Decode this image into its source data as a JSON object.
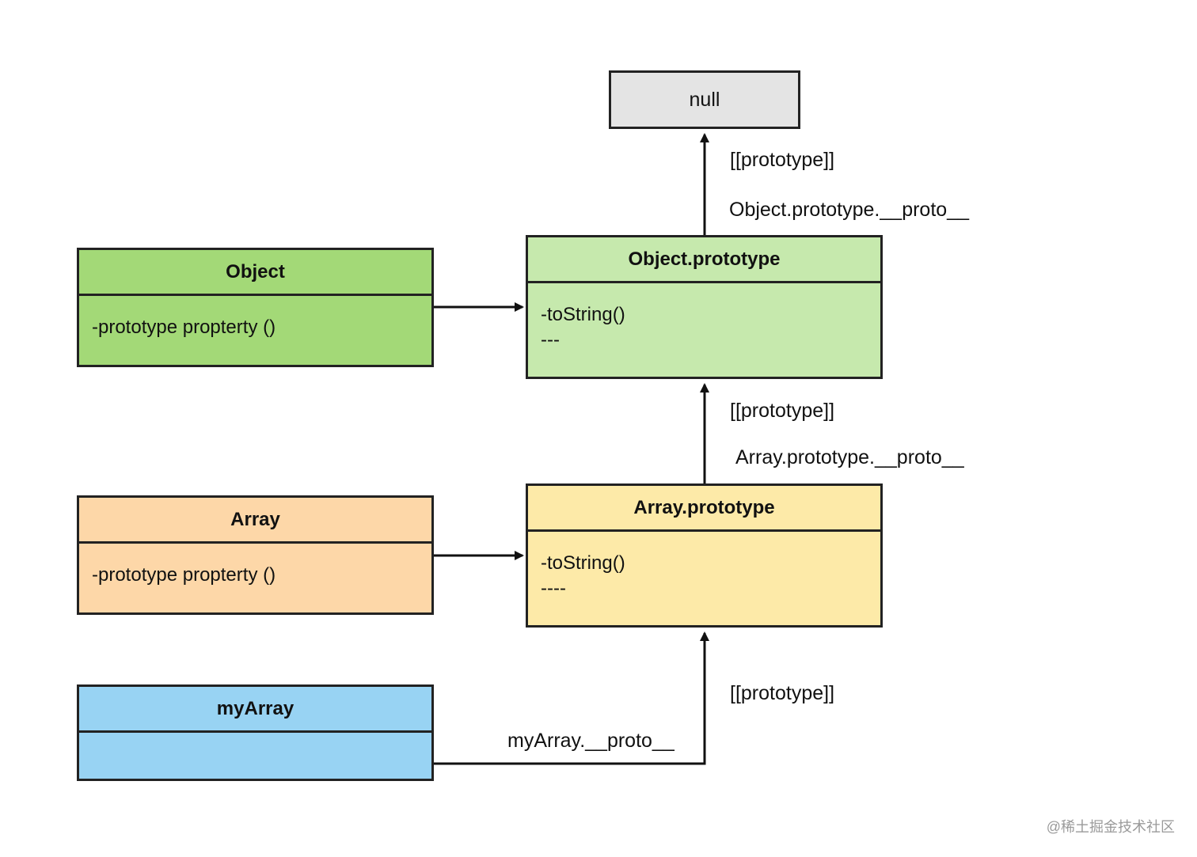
{
  "colors": {
    "object": "#a3d977",
    "object_prototype": "#c6e9ad",
    "array": "#fdd7a8",
    "array_prototype": "#fdeaa8",
    "my_array": "#98d3f3",
    "null_box": "#e4e4e4",
    "line": "#111111"
  },
  "nodes": {
    "null": {
      "title": "null"
    },
    "object": {
      "title": "Object",
      "body": "-prototype propterty ()"
    },
    "object_prototype": {
      "title": "Object.prototype",
      "line1": "-toString()",
      "line2": "---"
    },
    "array": {
      "title": "Array",
      "body": "-prototype propterty ()"
    },
    "array_prototype": {
      "title": "Array.prototype",
      "line1": "-toString()",
      "line2": "----"
    },
    "my_array": {
      "title": "myArray",
      "body": ""
    }
  },
  "edges": {
    "objproto_to_null": {
      "tag": "[[prototype]]",
      "expr": "Object.prototype.__proto__"
    },
    "arrproto_to_objproto": {
      "tag": "[[prototype]]",
      "expr": "Array.prototype.__proto__"
    },
    "myarray_to_arrproto": {
      "tag": "[[prototype]]",
      "expr": "myArray.__proto__"
    }
  },
  "watermark": "@稀土掘金技术社区"
}
